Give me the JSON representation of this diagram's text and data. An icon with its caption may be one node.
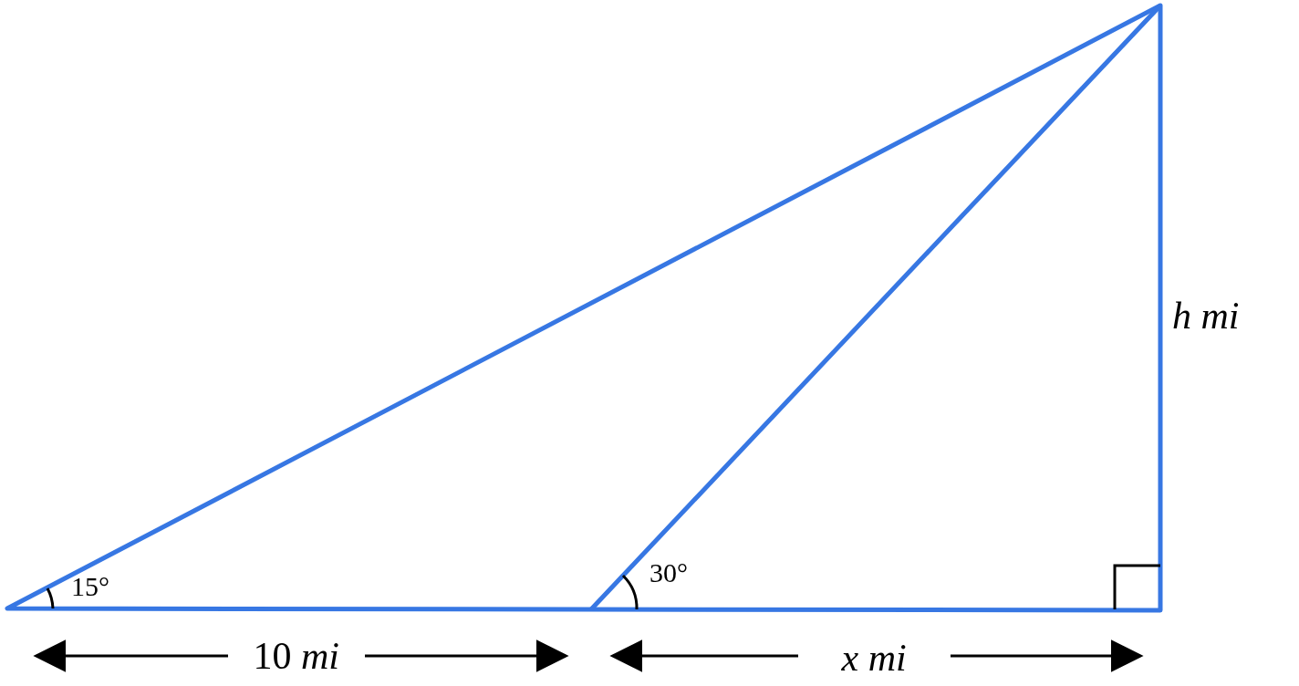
{
  "diagram": {
    "labels": [
      "h mi",
      "15°",
      "30°",
      "10 *mi*",
      "x mi"
    ]
  }
}
